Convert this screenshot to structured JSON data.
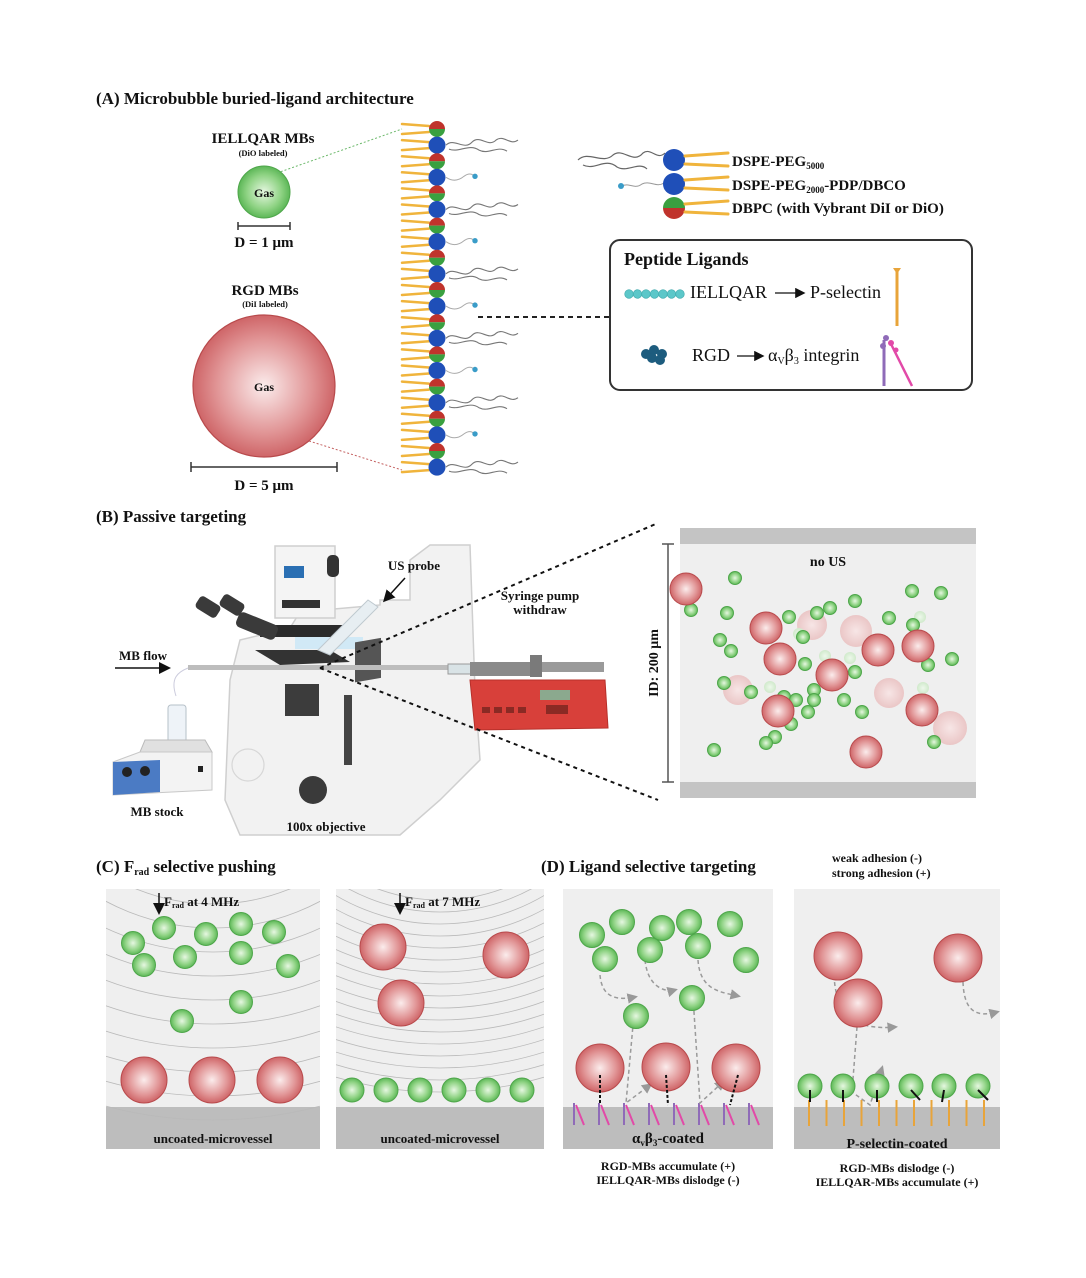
{
  "panelA": {
    "title": "(A) Microbubble buried-ligand architecture",
    "iellqar_mb": {
      "label": "IELLQAR MBs",
      "sublabel": "(DiO labeled)",
      "core": "Gas",
      "diameter": "D = 1 μm"
    },
    "rgd_mb": {
      "label": "RGD MBs",
      "sublabel": "(DiI labeled)",
      "core": "Gas",
      "diameter": "D = 5 μm"
    },
    "legend": [
      {
        "label": "DSPE-PEG",
        "sub": "5000",
        "suffix": ""
      },
      {
        "label": "DSPE-PEG",
        "sub": "2000",
        "suffix": "-PDP/DBCO"
      },
      {
        "label": "DBPC (with Vybrant DiI or DiO)",
        "sub": "",
        "suffix": ""
      }
    ],
    "peptide_box": {
      "title": "Peptide Ligands",
      "rows": [
        {
          "ligand": "IELLQAR",
          "target": "P-selectin"
        },
        {
          "ligand": "RGD",
          "target_alpha": "α",
          "target_alpha_sub": "V",
          "target_beta": "β",
          "target_beta_sub": "3",
          "target_suffix": " integrin"
        }
      ]
    }
  },
  "panelB": {
    "title": "(B) Passive targeting",
    "labels": {
      "us_probe": "US probe",
      "mb_flow": "MB flow",
      "syringe_line1": "Syringe pump",
      "syringe_line2": "withdraw",
      "mb_stock": "MB stock",
      "objective": "100x objective"
    },
    "inset": {
      "title": "no US",
      "dimension": "ID: 200 μm"
    }
  },
  "panelC": {
    "title_prefix": "(C) F",
    "title_sub": "rad",
    "title_suffix": " selective pushing",
    "left": {
      "force_prefix": "F",
      "force_sub": "rad",
      "force_suffix": " at 4 MHz",
      "wall": "uncoated-microvessel"
    },
    "right": {
      "force_prefix": "F",
      "force_sub": "rad",
      "force_suffix": " at 7 MHz",
      "wall": "uncoated-microvessel"
    }
  },
  "panelD": {
    "title": "(D) Ligand selective targeting",
    "legend_line1": "weak adhesion (-)",
    "legend_line2": "strong adhesion (+)",
    "left": {
      "wall_alpha": "α",
      "wall_alpha_sub": "v",
      "wall_beta": "β",
      "wall_beta_sub": "3",
      "wall_suffix": "-coated",
      "caption1": "RGD-MBs accumulate (+)",
      "caption2": "IELLQAR-MBs dislodge (-)"
    },
    "right": {
      "wall": "P-selectin-coated",
      "caption1": "RGD-MBs dislodge (-)",
      "caption2": "IELLQAR-MBs accumulate (+)"
    }
  },
  "colors": {
    "green_mb": "#5cc35a",
    "red_mb": "#d0595c",
    "head_blue": "#1f4fb8",
    "head_red": "#c0332c",
    "head_green": "#3aa040",
    "lipid_tail": "#f0b43c",
    "ligand_teal": "#3a9cc8",
    "vessel_bg": "#efefef",
    "wall_gray": "#bdbdbd",
    "pump_red": "#d8403a"
  }
}
